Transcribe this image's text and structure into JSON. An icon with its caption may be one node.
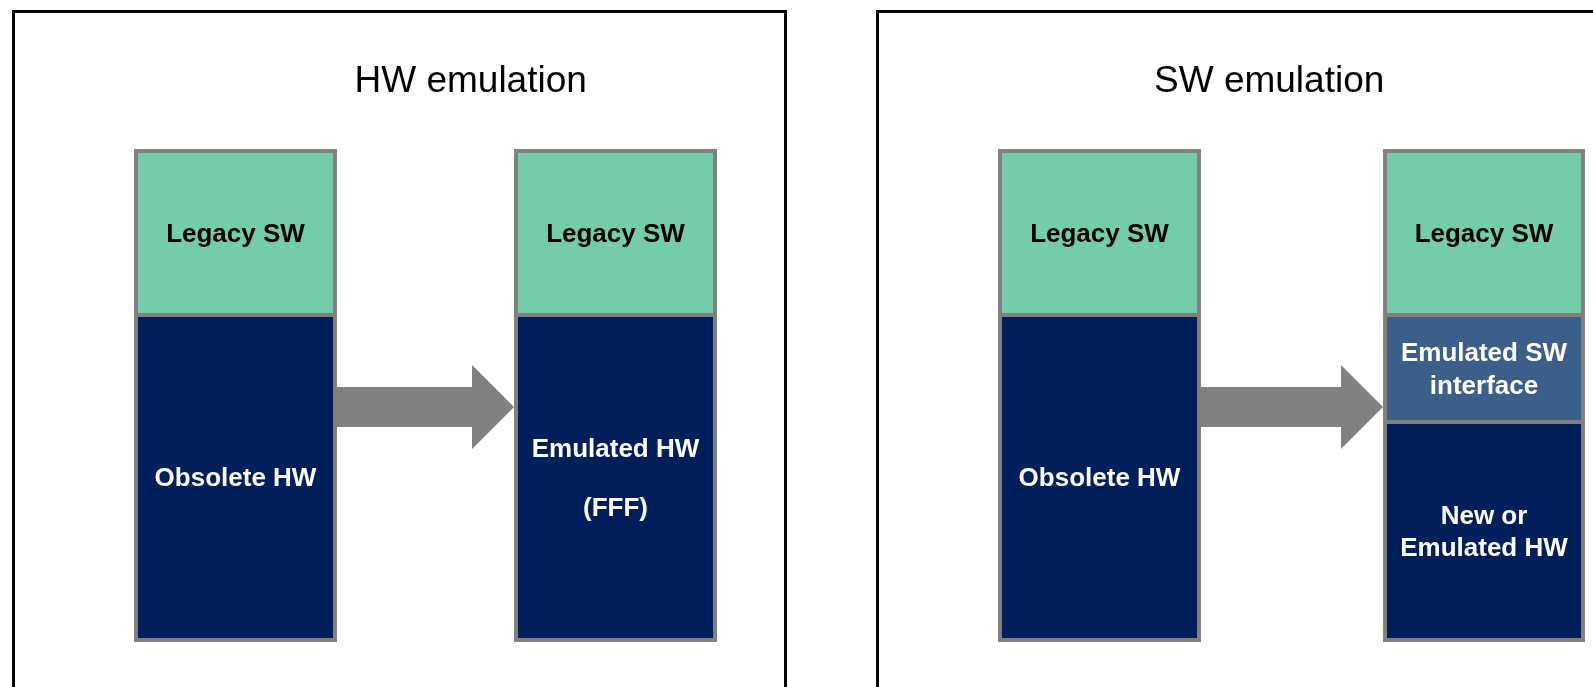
{
  "diagram": {
    "nodes": [
      {
        "text": [
          "HW emulation"
        ]
      },
      {
        "text": [],
        "shape": "box",
        "in": 0
      },
      {
        "text": [
          "Legacy SW"
        ],
        "in": 1
      },
      {
        "text": [
          "Obsolete HW"
        ],
        "in": 1
      },
      {
        "text": [],
        "shape": "box",
        "in": 0
      },
      {
        "text": [
          "Legacy SW"
        ],
        "in": 4
      },
      {
        "text": [
          "Emulated HW",
          "(FFF)"
        ],
        "in": 4
      },
      {
        "text": [
          "SW emulation"
        ]
      },
      {
        "text": [],
        "shape": "box",
        "in": 7
      },
      {
        "text": [
          "Legacy SW"
        ],
        "in": 8
      },
      {
        "text": [
          "Obsolete HW"
        ],
        "in": 8
      },
      {
        "text": [],
        "shape": "box",
        "in": 7
      },
      {
        "text": [
          "Legacy SW"
        ],
        "in": 11
      },
      {
        "text": [
          "Emulated SW interface"
        ],
        "in": 11
      },
      {
        "text": [
          "New or Emulated HW"
        ],
        "in": 11
      }
    ],
    "edges": [
      {
        "from": 1,
        "to": 4,
        "arrow": "to",
        "style": "thick"
      },
      {
        "from": 8,
        "to": 11,
        "arrow": "to",
        "style": "thick"
      }
    ]
  }
}
